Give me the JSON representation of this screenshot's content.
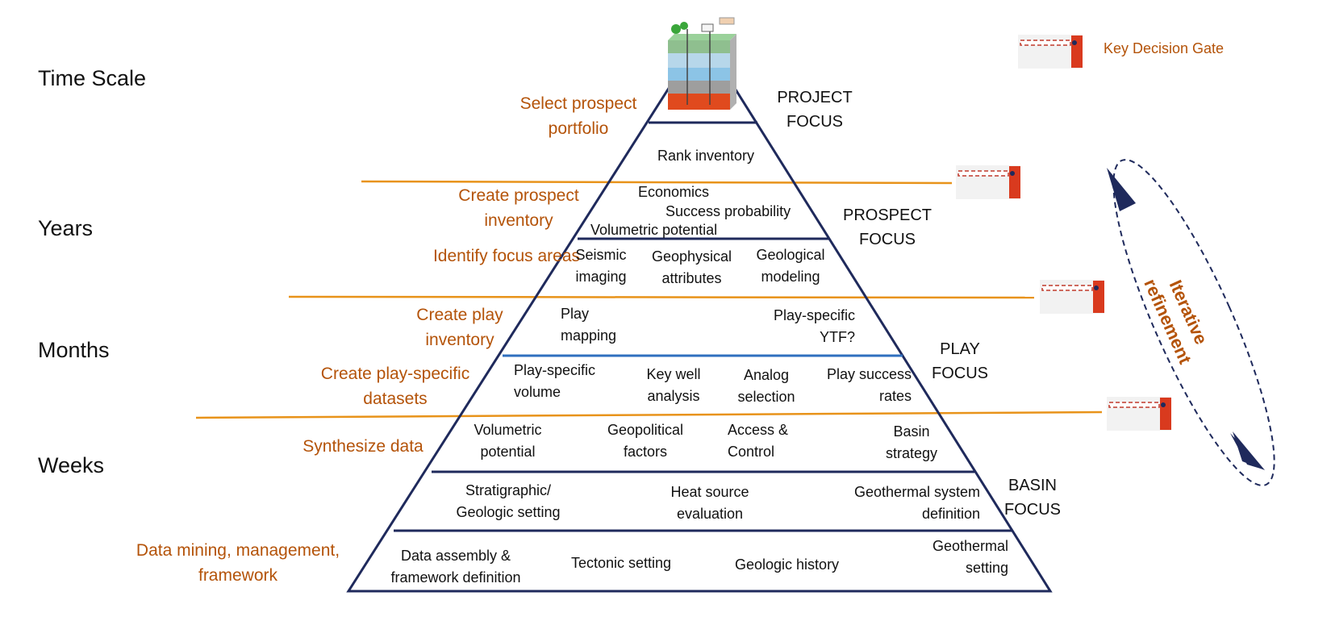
{
  "time_scale": {
    "title": "Time Scale",
    "levels": [
      "Years",
      "Months",
      "Weeks"
    ]
  },
  "steps": {
    "select_prospect_portfolio": "Select prospect portfolio",
    "create_prospect_inventory": "Create prospect inventory",
    "identify_focus_areas": "Identify focus areas",
    "create_play_inventory": "Create play inventory",
    "create_play_specific_datasets": "Create play-specific datasets",
    "synthesize_data": "Synthesize data",
    "data_mining": "Data mining, management, framework"
  },
  "pyramid": {
    "rank_inventory": "Rank inventory",
    "economics": "Economics",
    "success_probability": "Success probability",
    "volumetric_potential_top": "Volumetric potential",
    "seismic_imaging": "Seismic imaging",
    "geophysical_attributes": "Geophysical attributes",
    "geological_modeling": "Geological modeling",
    "play_mapping": "Play mapping",
    "play_specific_ytf": "Play-specific YTF?",
    "play_specific_volume": "Play-specific volume",
    "key_well_analysis": "Key well analysis",
    "analog_selection": "Analog selection",
    "play_success_rates": "Play success rates",
    "volumetric_potential": "Volumetric potential",
    "geopolitical_factors": "Geopolitical factors",
    "access_control": "Access & Control",
    "basin_strategy": "Basin strategy",
    "stratigraphic_setting": "Stratigraphic/ Geologic setting",
    "heat_source_evaluation": "Heat source evaluation",
    "geothermal_system_definition": "Geothermal system definition",
    "data_assembly": "Data assembly & framework definition",
    "tectonic_setting": "Tectonic setting",
    "geologic_history": "Geologic history",
    "geothermal_setting": "Geothermal setting"
  },
  "focus": {
    "project": "PROJECT FOCUS",
    "prospect": "PROSPECT FOCUS",
    "play": "PLAY FOCUS",
    "basin": "BASIN FOCUS"
  },
  "legend": {
    "key_decision_gate": "Key Decision Gate"
  },
  "iterative_refinement": "Iterative refinement",
  "colors": {
    "pyramid_line": "#1f2a5c",
    "gate_line": "#e8931a",
    "step_text": "#b45309",
    "play_divider": "#2f6fbf",
    "gate_red": "#d93a1e"
  }
}
